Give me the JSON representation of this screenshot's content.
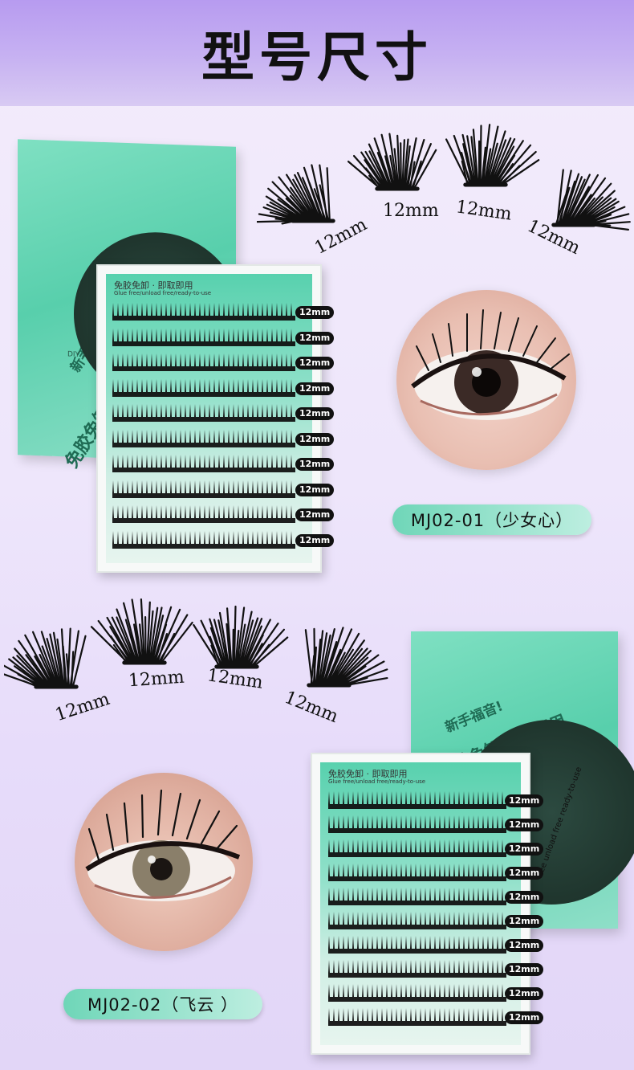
{
  "header": {
    "title": "型号尺寸"
  },
  "box_text": {
    "line1": "新手福音!",
    "line2": "免胶免卸·即取即用",
    "line3": "DIY 属于你"
  },
  "card": {
    "title": "免胶免卸 · 即取即用",
    "subtitle": "Glue free/unload free/ready-to-use"
  },
  "side_text": "free unload free ready-to-use",
  "tray_tags": [
    "12mm",
    "12mm",
    "12mm",
    "12mm",
    "12mm",
    "12mm",
    "12mm",
    "12mm",
    "12mm",
    "12mm"
  ],
  "sample_labels_1": [
    "12mm",
    "12mm",
    "12mm",
    "12mm"
  ],
  "sample_labels_2": [
    "12mm",
    "12mm",
    "12mm",
    "12mm"
  ],
  "products": [
    {
      "name": "MJ02-01（少女心）"
    },
    {
      "name": "MJ02-02（飞云 ）"
    }
  ]
}
